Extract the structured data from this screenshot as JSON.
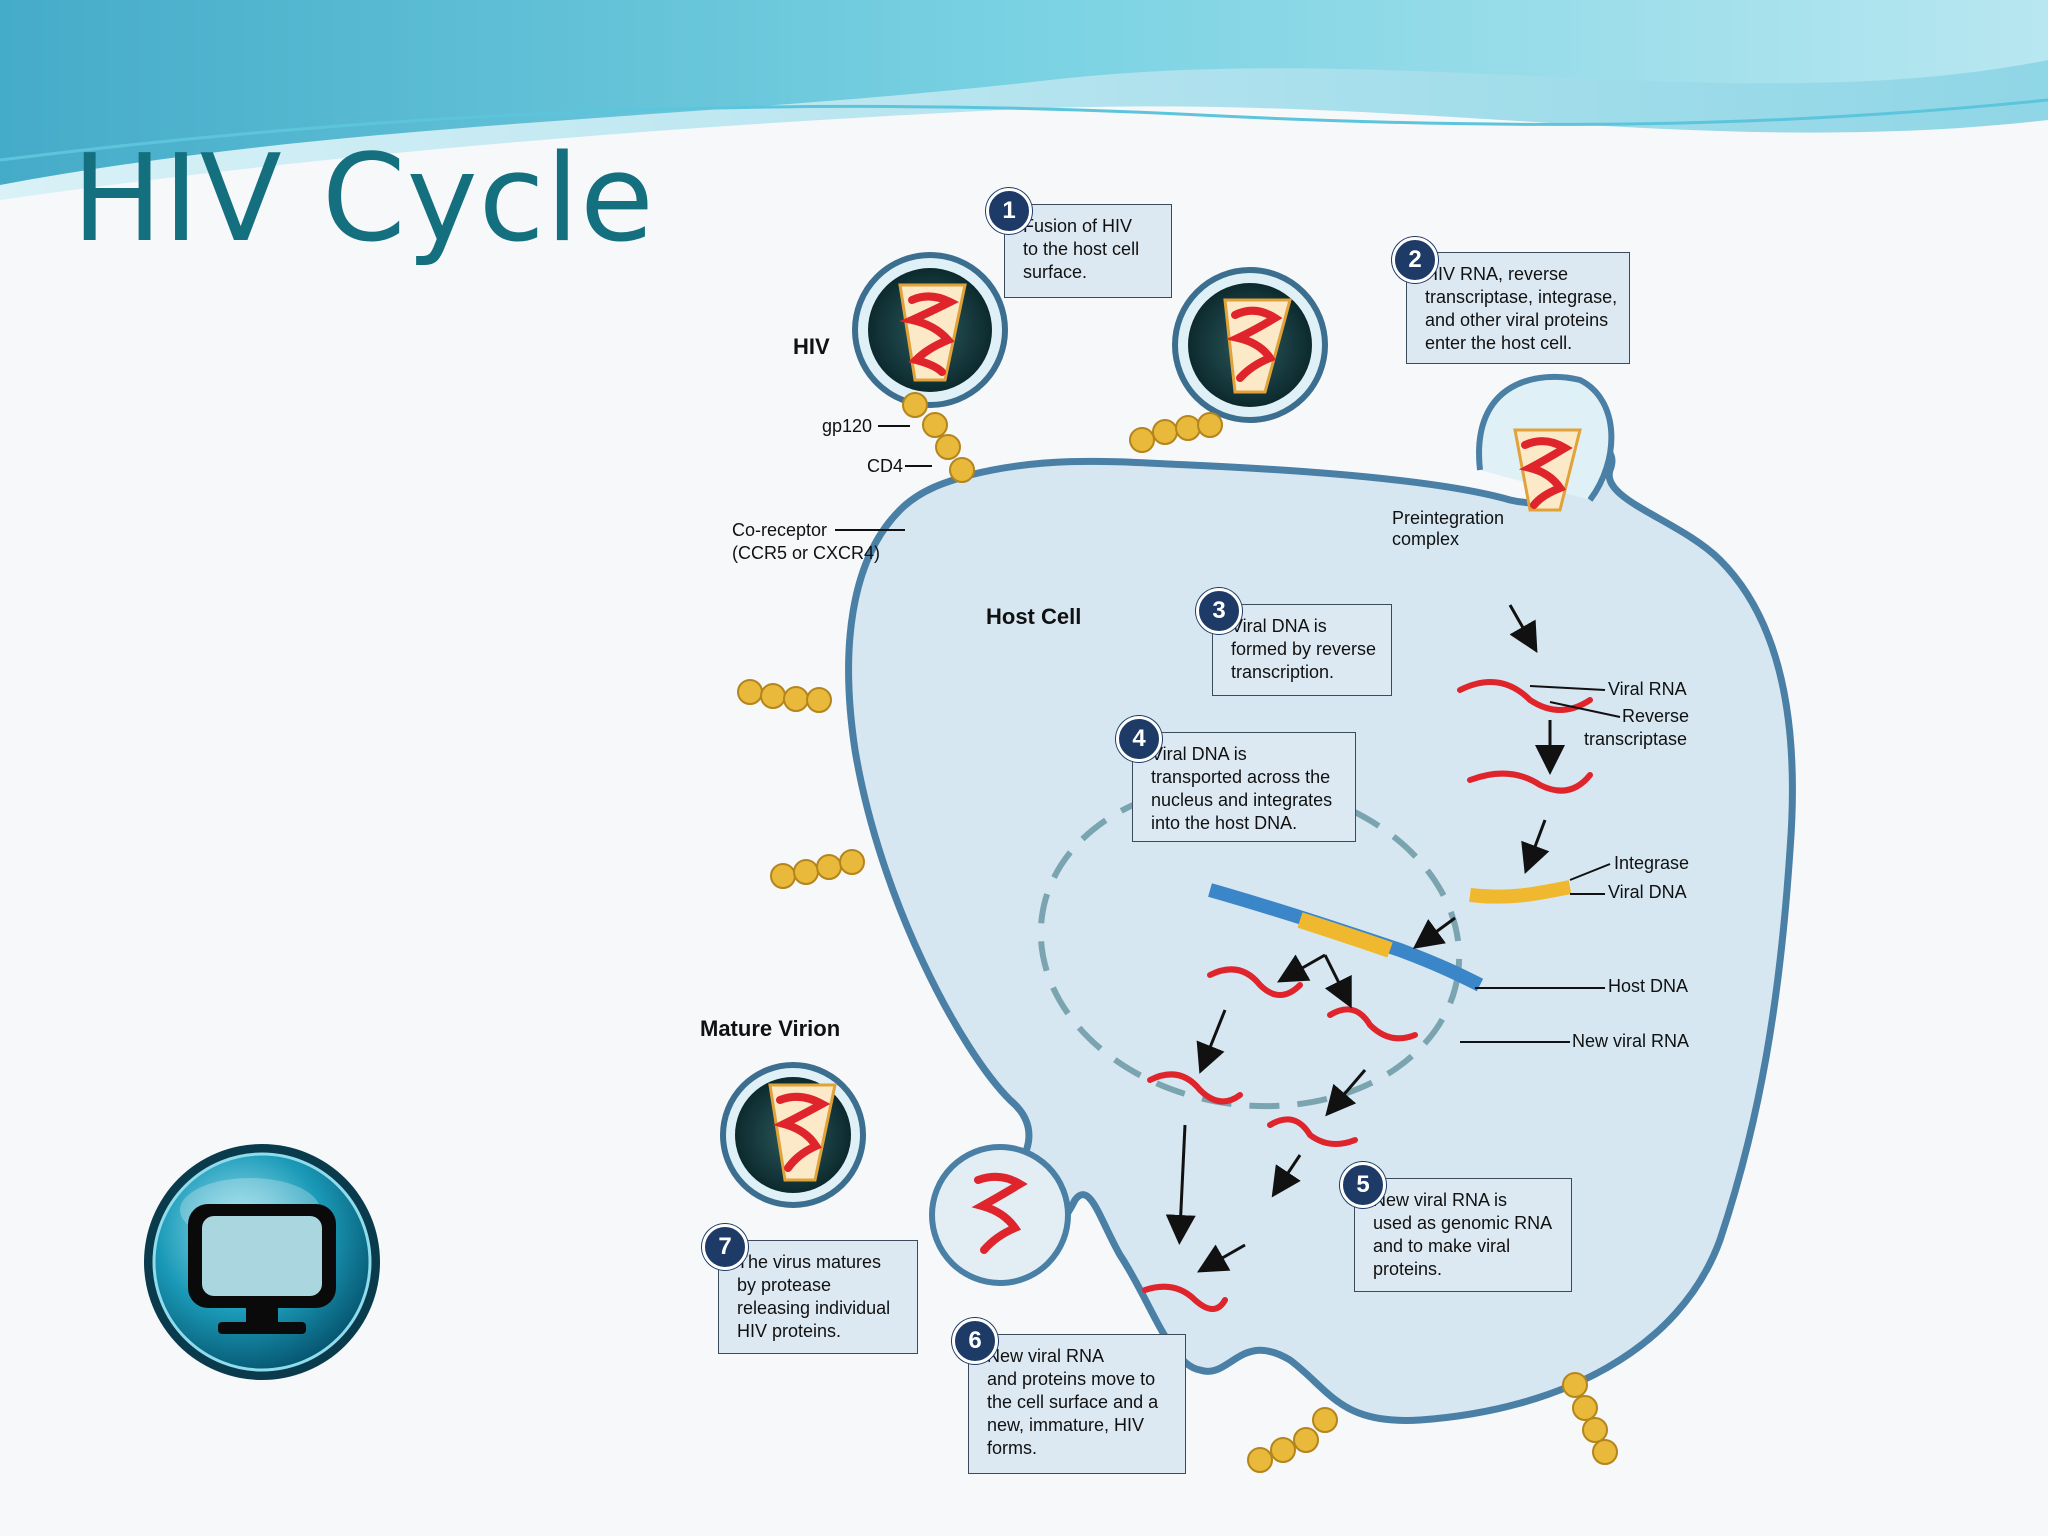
{
  "slide": {
    "title": "HIV Cycle"
  },
  "labels": {
    "hiv": "HIV",
    "gp120": "gp120",
    "cd4": "CD4",
    "coreceptor_1": "Co-receptor",
    "coreceptor_2": "(CCR5 or CXCR4)",
    "host_cell": "Host Cell",
    "preintegration_1": "Preintegration",
    "preintegration_2": "complex",
    "viral_rna": "Viral RNA",
    "reverse_1": "Reverse",
    "reverse_2": "transcriptase",
    "integrase": "Integrase",
    "viral_dna": "Viral DNA",
    "host_dna": "Host DNA",
    "new_viral_rna": "New viral RNA",
    "mature_virion": "Mature Virion"
  },
  "steps": [
    {
      "number": "1",
      "lines": [
        "Fusion of  HIV",
        "to the host cell",
        "surface."
      ]
    },
    {
      "number": "2",
      "lines": [
        "HIV RNA, reverse",
        "transcriptase, integrase,",
        "and other viral proteins",
        "enter the host cell."
      ]
    },
    {
      "number": "3",
      "lines": [
        "Viral DNA is",
        "formed by reverse",
        "transcription."
      ]
    },
    {
      "number": "4",
      "lines": [
        "Viral DNA is",
        "transported across the",
        "nucleus and integrates",
        "into the host DNA."
      ]
    },
    {
      "number": "5",
      "lines": [
        "New viral RNA is",
        "used as genomic RNA",
        "and to make viral",
        "proteins."
      ]
    },
    {
      "number": "6",
      "lines": [
        "New viral RNA",
        "and proteins move to",
        "the cell surface and a",
        "new, immature, HIV",
        "forms."
      ]
    },
    {
      "number": "7",
      "lines": [
        "The virus matures",
        "by protease",
        "releasing individual",
        "HIV proteins."
      ]
    }
  ],
  "icons": {
    "monitor": "monitor-icon"
  },
  "colors": {
    "title": "#14707f",
    "cell_fill": "#d6e7f1",
    "cell_outline": "#4a7fa6",
    "step_badge": "#1e3a66",
    "rna": "#e0242c",
    "cd4": "#e8b93a"
  }
}
